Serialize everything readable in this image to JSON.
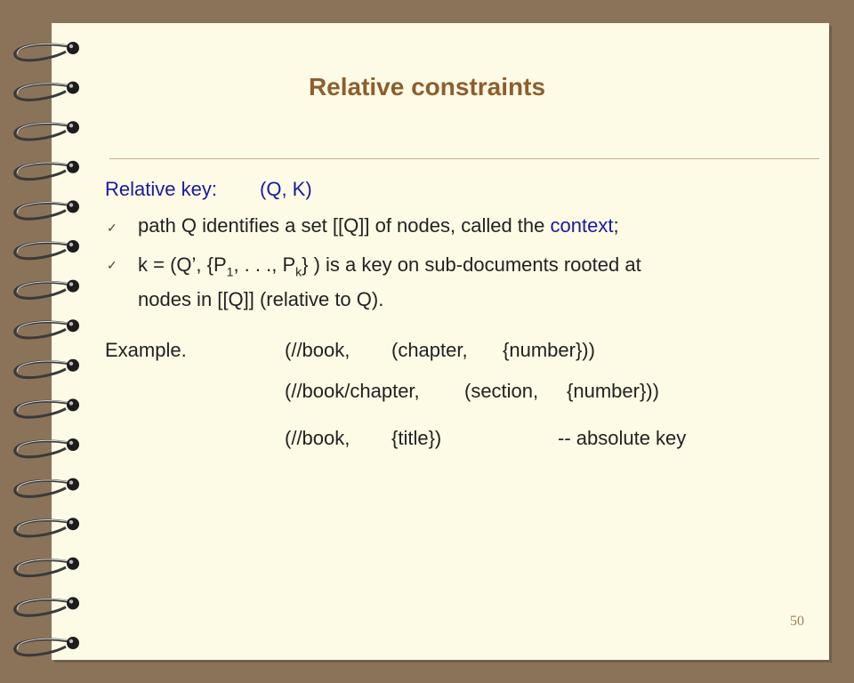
{
  "slide": {
    "title": "Relative constraints",
    "page_number": "50",
    "relative_key": {
      "label": "Relative key:",
      "value": "(Q,  K)"
    },
    "bullets": [
      {
        "before": "path Q identifies a set [[Q]] of nodes, called the ",
        "highlight": "context",
        "after": ";"
      },
      {
        "text1": "k = (Q’,    {P",
        "sub1": "1",
        "text2": ",  . . .,  P",
        "sub2": "k",
        "text3": "} ) is a key on sub-documents rooted at",
        "line2": "nodes in [[Q]] (relative to Q)."
      }
    ],
    "example": {
      "label": "Example.",
      "lines": [
        {
          "col1": "(//book,",
          "col2": "(chapter,",
          "col3": "{number}))"
        },
        {
          "col1": "(//book/chapter,",
          "col2": "(section,",
          "col3": "{number}))"
        },
        {
          "col1": "(//book,",
          "col2": "{title})",
          "col3": "-- absolute key"
        }
      ]
    }
  }
}
